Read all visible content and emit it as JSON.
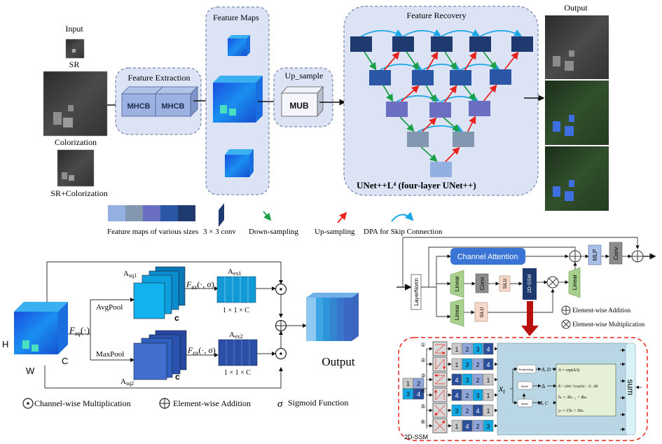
{
  "top": {
    "input": {
      "title": "Input",
      "labels": [
        "SR",
        "Colorization",
        "SR+Colorization"
      ]
    },
    "feature_extraction": {
      "title": "Feature Extraction",
      "blocks": [
        "MHCB",
        "MHCB"
      ]
    },
    "feature_maps": {
      "title": "Feature Maps"
    },
    "up_sample": {
      "title": "Up_sample",
      "block": "MUB"
    },
    "feature_recovery": {
      "title": "Feature Recovery",
      "caption": "UNet++L⁴  (four-layer UNet++)"
    },
    "output": {
      "title": "Output"
    },
    "colors": {
      "level0": "#1f3a6e",
      "level1": "#2b56a6",
      "level2": "#6b6fc2",
      "level3": "#8398b0",
      "level4": "#94b0e0",
      "skip": "#1aa7e6",
      "down": "#1aa046",
      "up": "#e8231d",
      "panel": "#dbe3f5",
      "panel_border": "#5b6f9e"
    }
  },
  "legend_top": {
    "feature_maps": "Feature maps of various sizes",
    "conv": "3 × 3 conv",
    "down": "Down-sampling",
    "up": "Up-sampling",
    "dpa": "DPA for Skip Connection"
  },
  "ca": {
    "cube_labels": {
      "h": "H",
      "w": "W",
      "c": "C"
    },
    "fsq": "Fₛᵩ(·)",
    "fsq_main": "F",
    "fsq_sub": "sq",
    "fsq_tail": "(·)",
    "avgpool": "AvgPool",
    "maxpool": "MaxPool",
    "asq1_main": "A",
    "asq1_sub": "sq1",
    "asq2_main": "A",
    "asq2_sub": "sq2",
    "aex1_main": "A",
    "aex1_sub": "ex1",
    "aex2_main": "A",
    "aex2_sub": "ex2",
    "fex_main": "F",
    "fex_sub": "ex",
    "fex_tail": "(·, σ)",
    "c_label": "c",
    "dim": "1 × 1 × C",
    "output": "Output",
    "legend": {
      "mult": "Channel-wise Multiplication",
      "add": "Element-wise Addition",
      "sigma": "σ",
      "sigmoid": "Sigmoid Function"
    }
  },
  "block": {
    "layernorm": "LayerNorm",
    "channel_attention": "Channel Attention",
    "linear": "Linear",
    "conv": "Conv",
    "silu": "SiLU",
    "ssm": "2D-SSM",
    "mlp": "MLP",
    "legend_add": "Element-wise Addition",
    "legend_mult": "Element-wise Multiplication"
  },
  "ssm": {
    "label": "2D-SSM",
    "grid": [
      "1",
      "2",
      "3",
      "4"
    ],
    "scan_numbers": [
      "①",
      "②",
      "③",
      "④",
      "⑤",
      "⑥"
    ],
    "sequences": [
      [
        "1",
        "2",
        "3",
        "4"
      ],
      [
        "1",
        "3",
        "2",
        "4"
      ],
      [
        "4",
        "3",
        "2",
        "1"
      ],
      [
        "4",
        "2",
        "3",
        "1"
      ],
      [
        "3",
        "2",
        "4",
        "1"
      ],
      [
        "1",
        "4",
        "2",
        "3"
      ]
    ],
    "token_colors": {
      "1": "#c9c9c9",
      "2": "#8fa6dc",
      "3": "#11a9e4",
      "4": "#2c4f9b"
    },
    "xt": "x",
    "xt_sub": "t",
    "embedding": "Embedding",
    "linear": "linear",
    "ad": "A, D",
    "delta": "Δ",
    "bc": "B, C",
    "eqs": [
      "Ā = exp(ΔA)",
      "B̄ = (ΔA)⁻¹(exp(A) − I) · ΔB",
      "hₜ = Āhₜ₋₁ + B̄xₜ",
      "yₜ = Chₜ + Dxₜ"
    ],
    "sum": "sum"
  }
}
